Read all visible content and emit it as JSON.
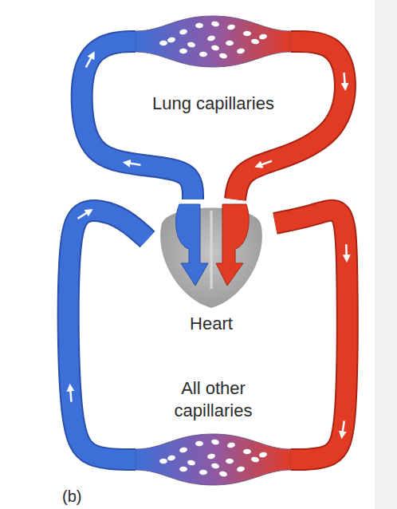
{
  "diagram": {
    "nodes": [
      {
        "text": [
          "Lung capillaries"
        ]
      },
      {
        "text": [
          "Heart"
        ]
      },
      {
        "text": [
          "All other capillaries"
        ]
      }
    ],
    "edges": [
      {
        "from": 1,
        "to": 0,
        "arrow": "to"
      },
      {
        "from": 0,
        "to": 1,
        "arrow": "to"
      },
      {
        "from": 1,
        "to": 2,
        "arrow": "to"
      },
      {
        "from": 2,
        "to": 1,
        "arrow": "to"
      }
    ],
    "labels": [
      "(b)"
    ]
  }
}
